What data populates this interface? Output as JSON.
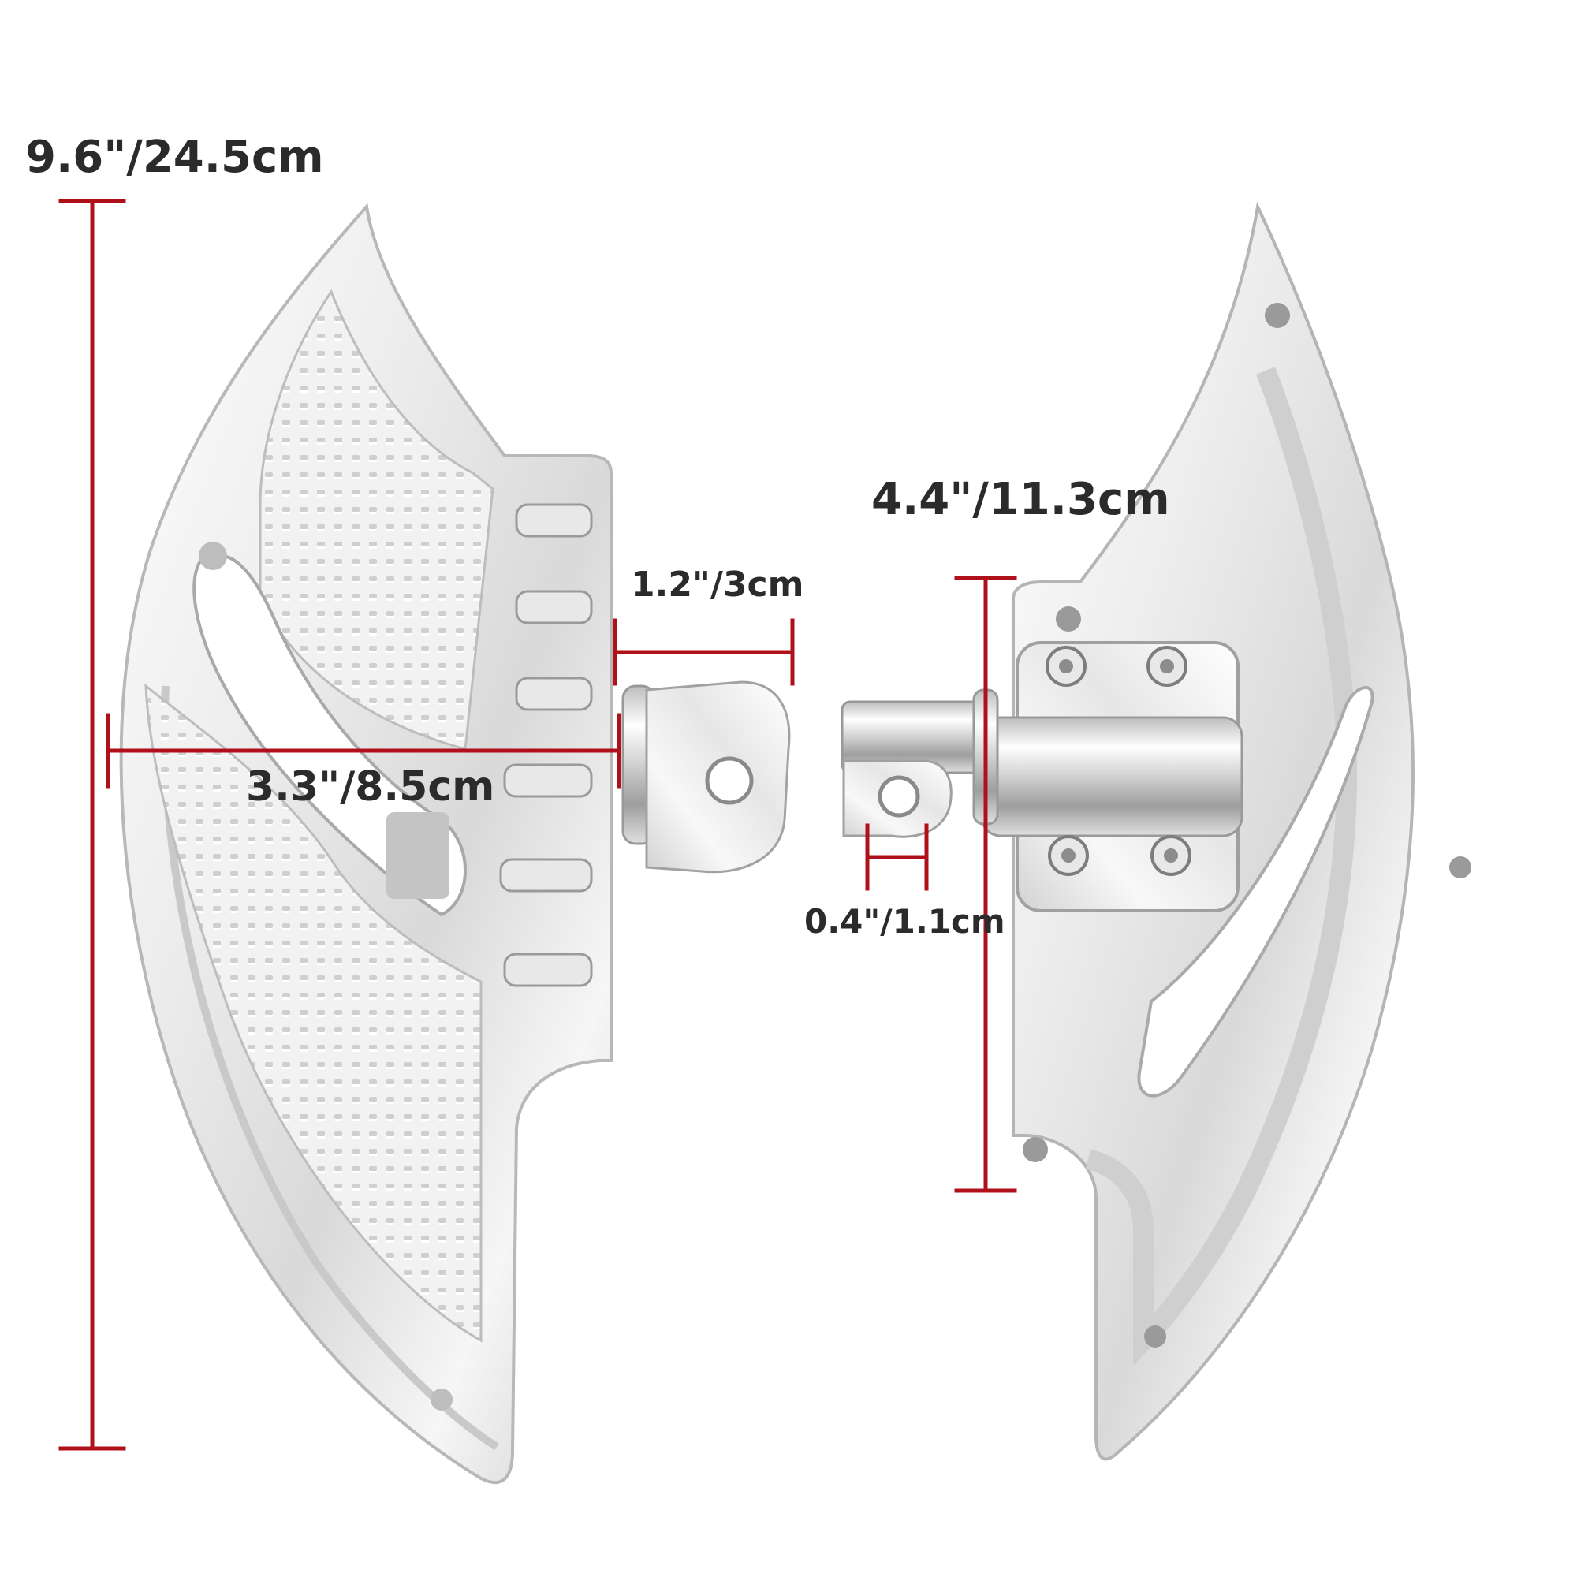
{
  "dimensions": {
    "height": "9.6\"/24.5cm",
    "width": "3.3\"/8.5cm",
    "peg_length": "1.2\"/3cm",
    "mount_height": "4.4\"/11.3cm",
    "pin_hole": "0.4\"/1.1cm"
  },
  "colors": {
    "dimension_line": "#b0101a",
    "label_text": "#2b2b2b",
    "chrome_light": "#f4f4f4",
    "chrome_mid": "#d4d4d4",
    "chrome_dark": "#8e8e8e",
    "background": "#ffffff"
  }
}
